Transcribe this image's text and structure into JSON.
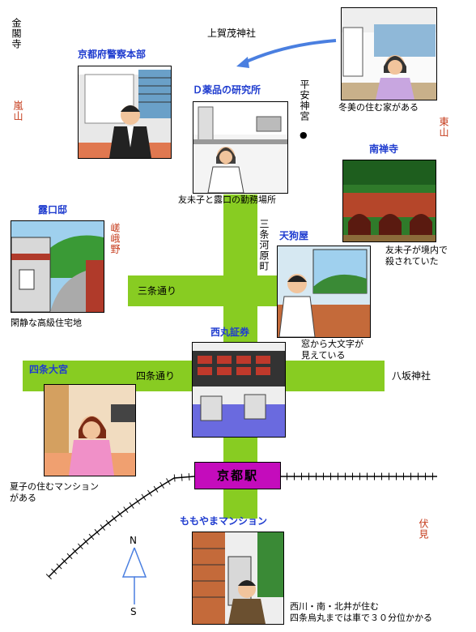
{
  "places": {
    "kinkakuji": "金閣寺",
    "arashiyama": "嵐山",
    "kamigamo": "上賀茂神社",
    "heian": "平安神宮",
    "heian_dot": "●",
    "higashiyama": "東山",
    "sagano": "嵯峨野",
    "sanjo_kawaramachi": "三条河原町",
    "yasaka": "八坂神社",
    "fushimi": "伏見",
    "north": "N",
    "south": "S"
  },
  "roads": {
    "sanjo": "三条通り",
    "shijo": "四条通り",
    "station": "京都駅"
  },
  "locations": {
    "police": {
      "title": "京都府警察本部"
    },
    "d_lab": {
      "title": "Ｄ薬品の研究所",
      "caption": "友未子と露口の勤務場所"
    },
    "fuyumi": {
      "caption": "冬美の住む家がある"
    },
    "nanzenji": {
      "title": "南禅寺",
      "caption1": "友未子が境内で",
      "caption2": "殺されていた"
    },
    "tsuyuguchi": {
      "title": "露口邸",
      "caption": "閑静な高級住宅地"
    },
    "tenguya": {
      "title": "天狗屋",
      "caption1": "窓から大文字が",
      "caption2": "見えている"
    },
    "nishimaru": {
      "title": "西丸証券"
    },
    "shijo_omiya": {
      "title": "四条大宮",
      "caption1": "夏子の住むマンション",
      "caption2": "がある"
    },
    "momoyama": {
      "title": "ももやまマンション",
      "caption1": "西川・南・北井が住む",
      "caption2": "四条烏丸までは車で３０分位かかる"
    }
  }
}
